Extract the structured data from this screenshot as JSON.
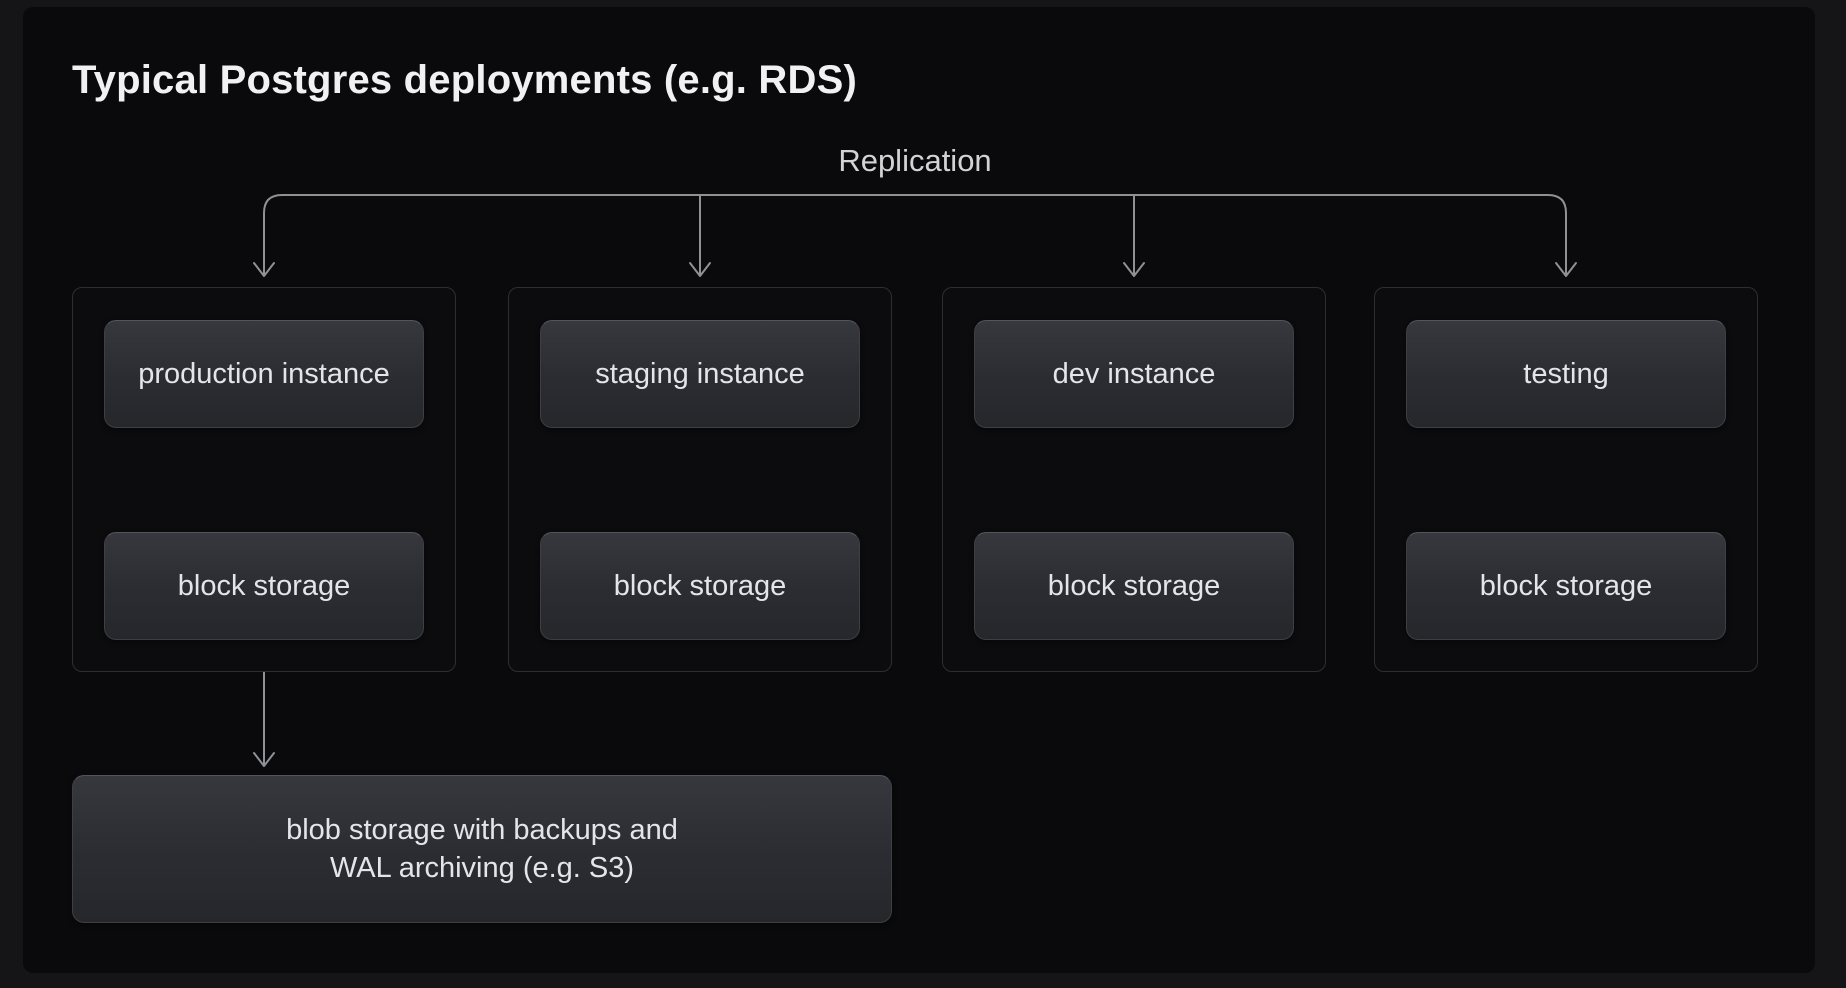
{
  "title": "Typical Postgres deployments (e.g. RDS)",
  "replication_label": "Replication",
  "groups": [
    {
      "id": "production",
      "node": "production instance",
      "storage": "block storage"
    },
    {
      "id": "staging",
      "node": "staging instance",
      "storage": "block storage"
    },
    {
      "id": "dev",
      "node": "dev instance",
      "storage": "block storage"
    },
    {
      "id": "testing",
      "node": "testing",
      "storage": "block storage"
    }
  ],
  "blob": {
    "line1": "blob storage with backups and",
    "line2": "WAL archiving (e.g. S3)"
  },
  "colors": {
    "page_bg": "#151518",
    "panel_bg": "#0a0a0c",
    "connector": "#8f9197",
    "node_border": "#3d3f45",
    "group_border": "#2c2e32",
    "node_text": "#e4e5e8",
    "title_text": "#f1f1f3"
  }
}
